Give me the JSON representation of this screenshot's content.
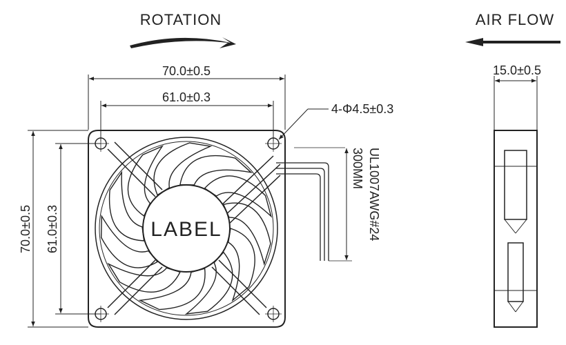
{
  "header": {
    "rotation_label": "ROTATION",
    "airflow_label": "AIR FLOW"
  },
  "dimensions": {
    "outer_width": "70.0±0.5",
    "hole_pitch_width": "61.0±0.3",
    "outer_height": "70.0±0.5",
    "hole_pitch_height": "61.0±0.3",
    "mounting_holes": "4-Φ4.5±0.3",
    "thickness": "15.0±0.5"
  },
  "cable": {
    "type": "UL1007AWG#24",
    "length": "300MM"
  },
  "hub": {
    "label": "LABEL"
  },
  "colors": {
    "line": "#222222",
    "background": "#ffffff"
  }
}
